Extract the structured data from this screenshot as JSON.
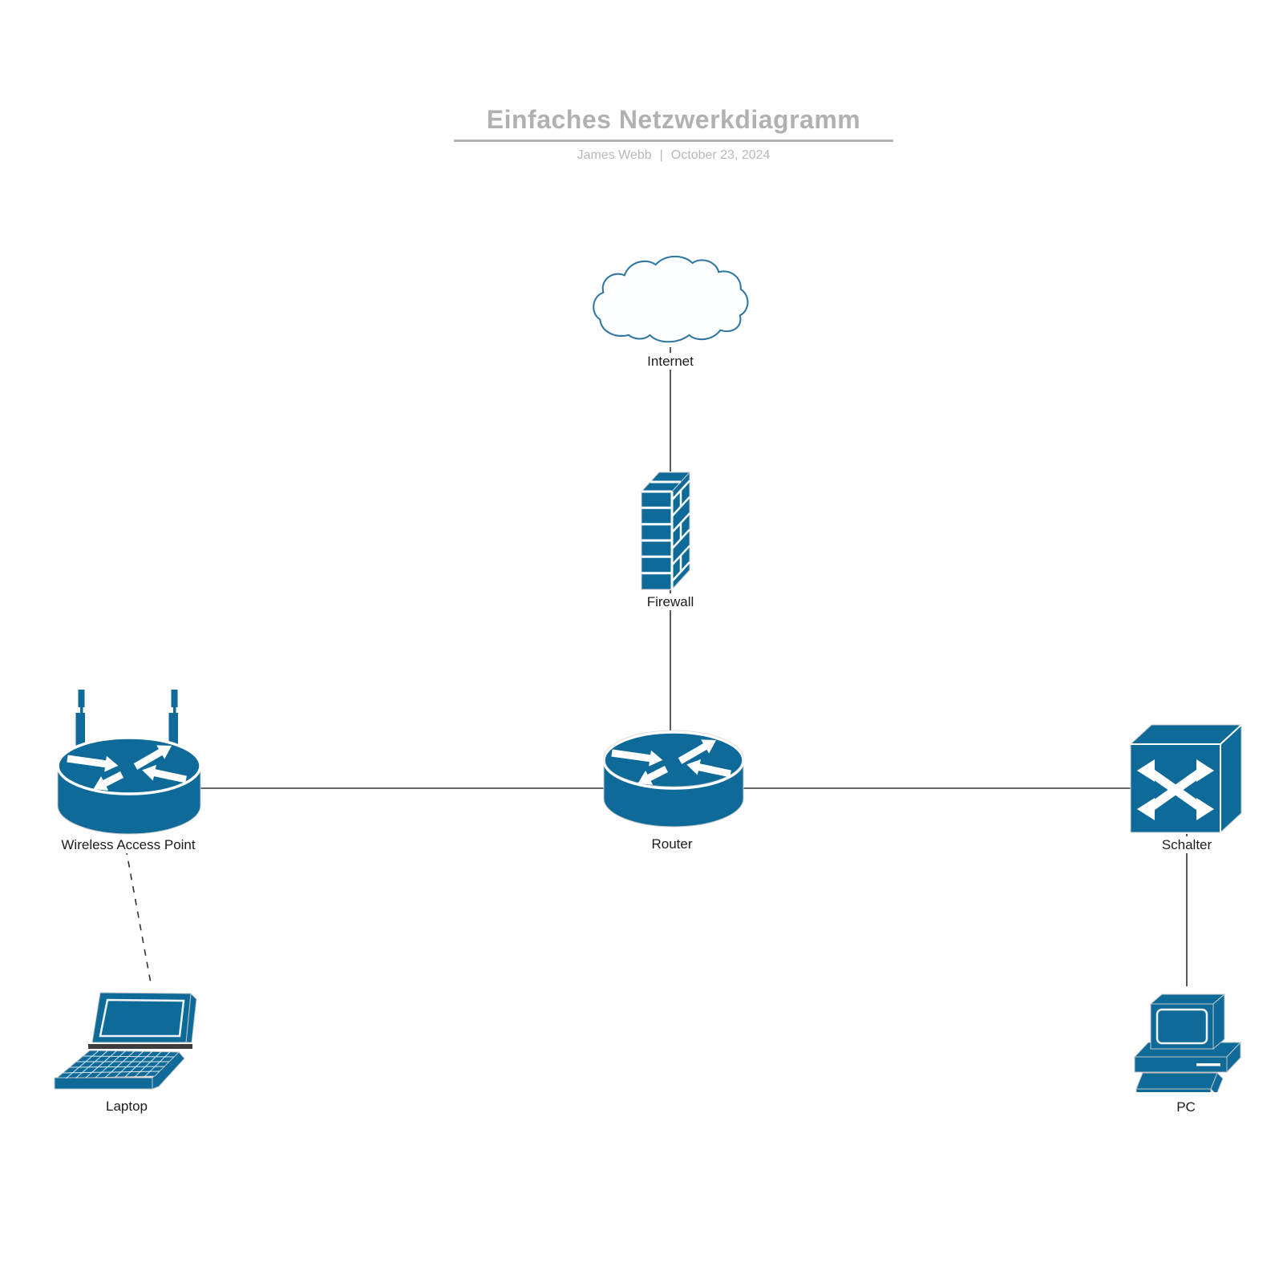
{
  "header": {
    "title": "Einfaches Netzwerkdiagramm",
    "author": "James Webb",
    "divider": "|",
    "date": "October 23, 2024",
    "title_color": "#b1b1b1",
    "subtitle_color": "#b9b9b9"
  },
  "diagram": {
    "accent_color": "#0d6a99",
    "cloud_stroke_color": "#2d76a3",
    "connector_color": "#333333",
    "nodes": [
      {
        "id": "internet",
        "type": "cloud",
        "label": "Internet"
      },
      {
        "id": "firewall",
        "type": "firewall",
        "label": "Firewall"
      },
      {
        "id": "router",
        "type": "router",
        "label": "Router"
      },
      {
        "id": "wireless-access-point",
        "type": "wireless-access-point",
        "label": "Wireless Access Point"
      },
      {
        "id": "schalter",
        "type": "switch",
        "label": "Schalter"
      },
      {
        "id": "laptop",
        "type": "laptop",
        "label": "Laptop"
      },
      {
        "id": "pc",
        "type": "pc",
        "label": "PC"
      }
    ],
    "edges": [
      {
        "from": "Internet",
        "to": "Firewall",
        "style": "solid"
      },
      {
        "from": "Firewall",
        "to": "Router",
        "style": "solid"
      },
      {
        "from": "Wireless Access Point",
        "to": "Router",
        "style": "solid"
      },
      {
        "from": "Router",
        "to": "Schalter",
        "style": "solid"
      },
      {
        "from": "Schalter",
        "to": "PC",
        "style": "solid"
      },
      {
        "from": "Wireless Access Point",
        "to": "Laptop",
        "style": "dashed"
      }
    ]
  }
}
